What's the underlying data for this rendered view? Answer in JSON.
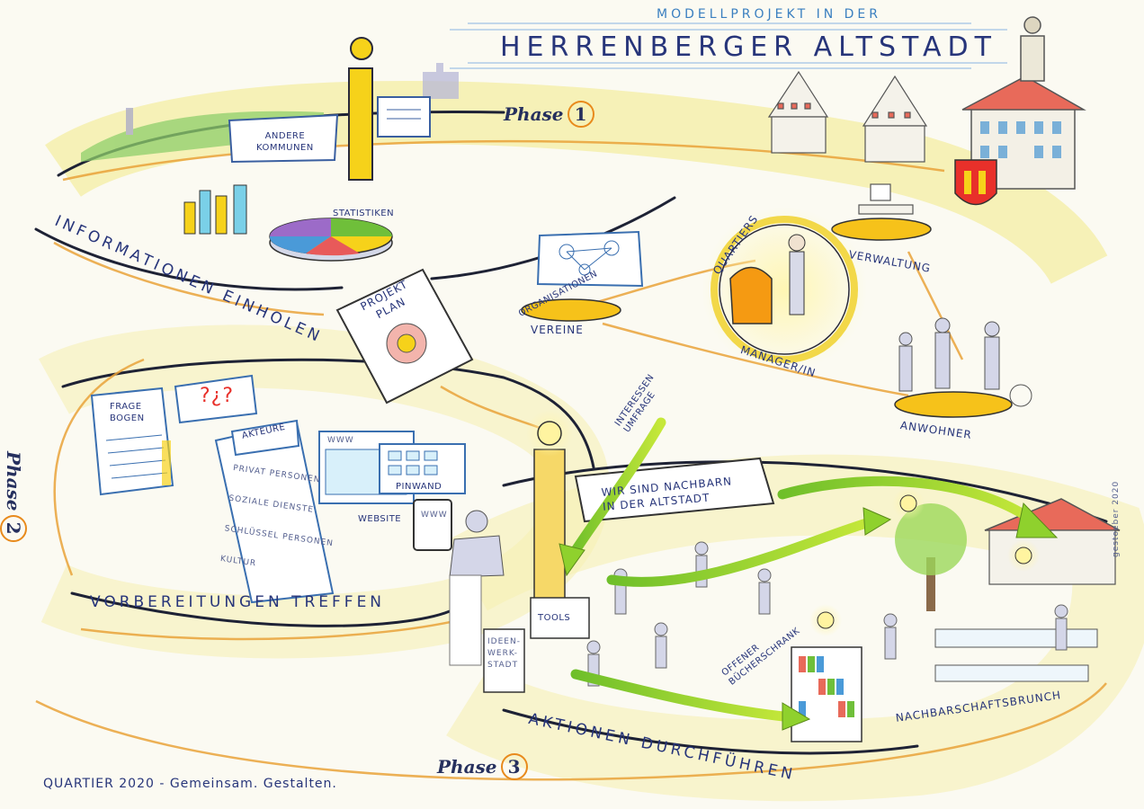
{
  "title": {
    "line1": "MODELLPROJEKT IN DER",
    "line2": "HERRENBERGER ALTSTADT"
  },
  "phases": {
    "phase1": {
      "word": "Phase",
      "number": "1"
    },
    "phase2": {
      "word": "Phase",
      "number": "2"
    },
    "phase3": {
      "word": "Phase",
      "number": "3"
    }
  },
  "tracks": {
    "informationen": "INFORMATIONEN EINHOLEN",
    "vorbereitungen": "VORBEREITUNGEN TREFFEN",
    "aktionen": "AKTIONEN DURCHFÜHREN"
  },
  "phase1_items": {
    "andere_kommunen": [
      "ANDERE",
      "KOMMUNEN"
    ],
    "statistiken": "STATISTIKEN"
  },
  "project_plan": [
    "PROJEKT",
    "PLAN"
  ],
  "stakeholders": {
    "organisationen": "ORGANISATIONEN",
    "vereine": "VEREINE",
    "quartiers": "QUARTIERS",
    "manager": "MANAGER/IN",
    "verwaltung": "VERWALTUNG",
    "anwohner": "ANWOHNER"
  },
  "phase2_items": {
    "fragebogen": [
      "FRAGE",
      "BOGEN"
    ],
    "akteure": "AKTEURE",
    "akteure_list": [
      "PRIVAT PERSONEN",
      "SOZIALE DIENSTE",
      "SCHLÜSSEL PERSONEN",
      "KULTUR"
    ],
    "website_www": "WWW",
    "pinwand": "PINWAND",
    "website": "WEBSITE",
    "tablet_www": "WWW",
    "question": "?¿?"
  },
  "phase3_items": {
    "interessen": [
      "INTERESSEN",
      "UMFRAGE"
    ],
    "banner": [
      "WIR SIND NACHBARN",
      "IN DER ALTSTADT"
    ],
    "tools": "TOOLS",
    "ideenwerkstadt": [
      "IDEEN-",
      "WERK-",
      "STADT"
    ],
    "buecherschrank": [
      "OFFENER",
      "BÜCHERSCHRANK"
    ],
    "brunch": "NACHBARSCHAFTSBRUNCH"
  },
  "signature": "gestoeber 2020",
  "footer": "QUARTIER 2020 - Gemeinsam. Gestalten.",
  "colors": {
    "ink": "#27357a",
    "path": "#f3e9a2",
    "accent_orange": "#e88a1c",
    "arrow_green": "#8fd12d",
    "disc_yellow": "#f6c21a"
  }
}
